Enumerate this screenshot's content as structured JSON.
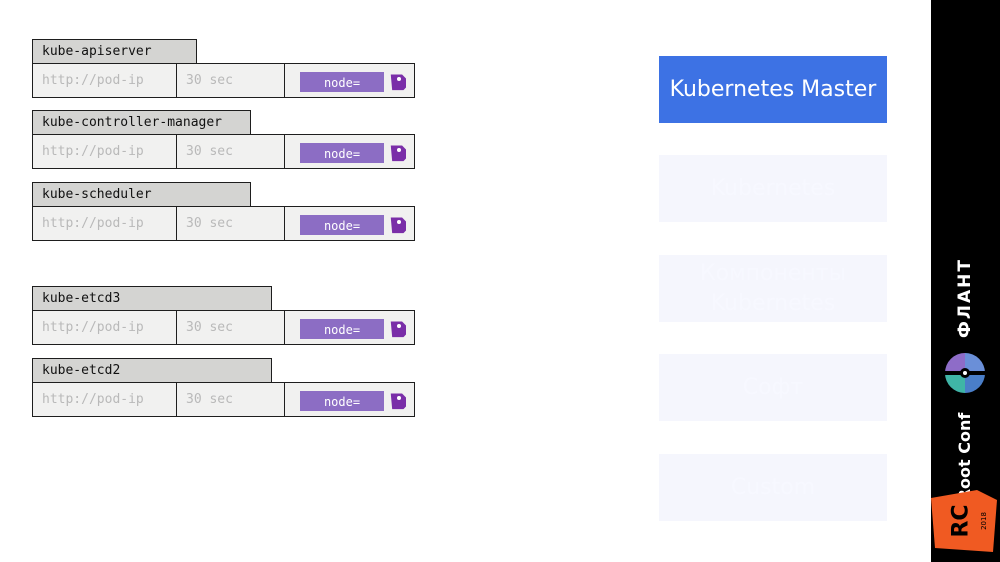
{
  "jobs": [
    {
      "name": "kube-apiserver",
      "url": "http://pod-ip",
      "interval": "30 sec",
      "label": "node="
    },
    {
      "name": "kube-controller-manager",
      "url": "http://pod-ip",
      "interval": "30 sec",
      "label": "node="
    },
    {
      "name": "kube-scheduler",
      "url": "http://pod-ip",
      "interval": "30 sec",
      "label": "node="
    },
    {
      "name": "kube-etcd3",
      "url": "http://pod-ip",
      "interval": "30 sec",
      "label": "node="
    },
    {
      "name": "kube-etcd2",
      "url": "http://pod-ip",
      "interval": "30 sec",
      "label": "node="
    }
  ],
  "nav": {
    "items": [
      {
        "label": "Kubernetes Master",
        "active": true
      },
      {
        "label": "Kubernetes",
        "active": false
      },
      {
        "label": "Компоненты Kubernetes",
        "active": false
      },
      {
        "label": "Софт",
        "active": false
      },
      {
        "label": "Custom",
        "active": false
      }
    ]
  },
  "branding": {
    "company": "ФЛАНТ",
    "conference": "Root Conf",
    "badge": "RC",
    "year": "2018",
    "badge_color": "#f05a22",
    "label_color": "#8c6dc4",
    "active_color": "#3d72e4"
  }
}
